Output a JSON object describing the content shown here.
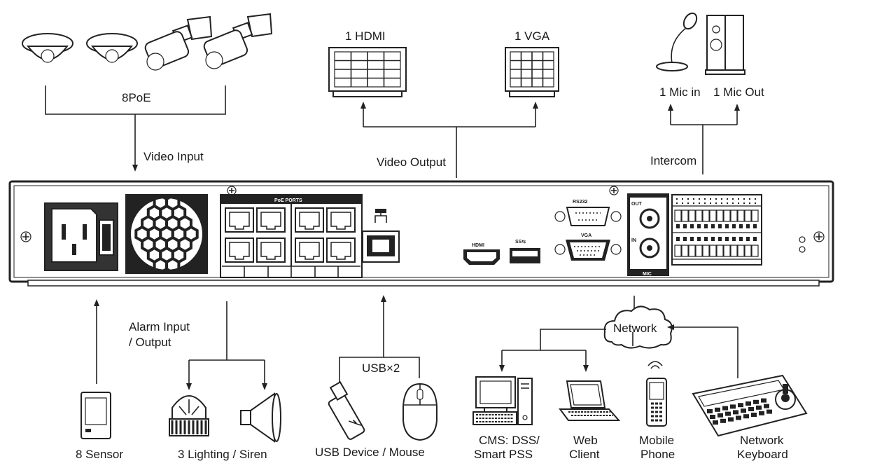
{
  "labels": {
    "poe": "8PoE",
    "video_input": "Video Input",
    "hdmi_out": "1 HDMI",
    "vga_out": "1 VGA",
    "video_output": "Video Output",
    "mic_in": "1 Mic in",
    "mic_out": "1 Mic Out",
    "intercom": "Intercom",
    "alarm_line1": "Alarm Input",
    "alarm_line2": "/ Output",
    "usb_count": "USB×2",
    "network": "Network",
    "sensor": "8 Sensor",
    "lighting_siren": "3 Lighting / Siren",
    "usb_device_mouse": "USB Device / Mouse",
    "cms_line1": "CMS: DSS/",
    "cms_line2": "Smart PSS",
    "web_line1": "Web",
    "web_line2": "Client",
    "mobile_line1": "Mobile",
    "mobile_line2": "Phone",
    "netkb_line1": "Network",
    "netkb_line2": "Keyboard"
  },
  "panel": {
    "poe_ports": "PoE PORTS",
    "rs232": "RS232",
    "vga": "VGA",
    "mic": "MIC",
    "out": "OUT",
    "in": "IN",
    "hdmi": "HDMI",
    "usb": "SS⇆"
  }
}
